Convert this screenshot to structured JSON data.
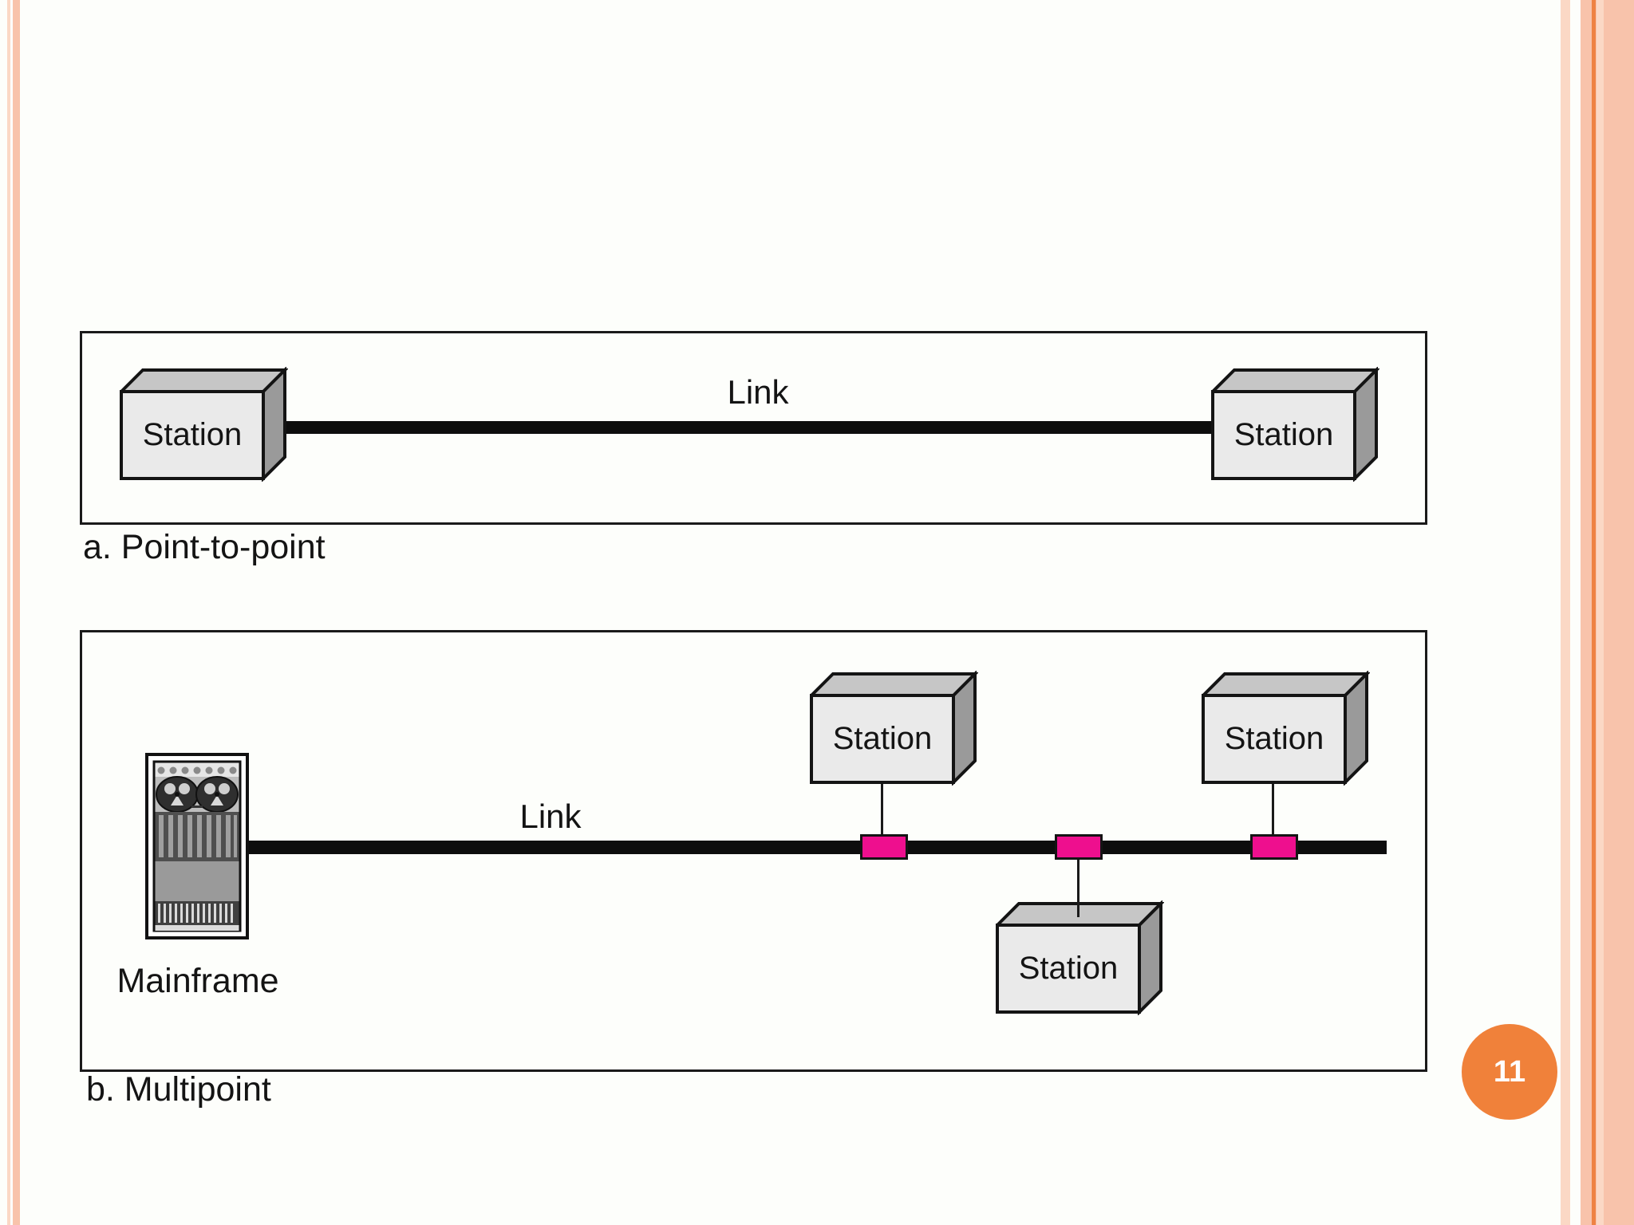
{
  "slide": {
    "page_number": "11"
  },
  "theme": {
    "slide-bg": "#fdfefb",
    "tap-pink": "#ee0f8e",
    "badge-orange": "#f0813a",
    "stripe-light": "#fbd8c5",
    "stripe-medium": "#f8c3ab",
    "stripe-accent": "#ee8243",
    "diagram-line": "#0d0d0d"
  },
  "point_to_point": {
    "caption": "a. Point-to-point",
    "link_label": "Link",
    "stations": [
      "Station",
      "Station"
    ]
  },
  "multipoint": {
    "caption": "b. Multipoint",
    "link_label": "Link",
    "mainframe_label": "Mainframe",
    "stations": [
      "Station",
      "Station",
      "Station"
    ]
  }
}
